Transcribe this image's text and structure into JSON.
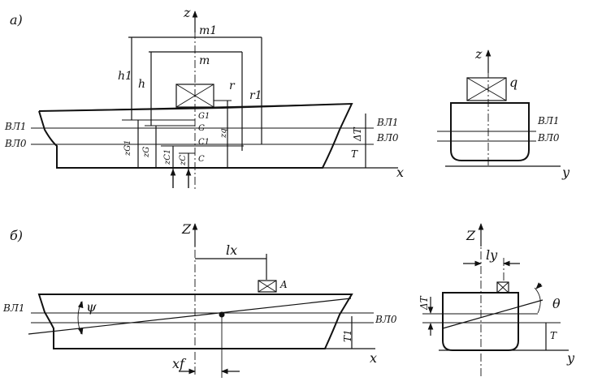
{
  "panel_a": {
    "tag": "а)",
    "axis_z": "z",
    "axis_x": "x",
    "wl1": "ВЛ1",
    "wl0": "ВЛ0",
    "m1": "m1",
    "m": "m",
    "h1": "h1",
    "h": "h",
    "r": "r",
    "r1": "r1",
    "g1": "G1",
    "g": "G",
    "c1": "C1",
    "c": "C",
    "zg1": "zG1",
    "zg": "zG",
    "zc1": "zC1",
    "zc": "zC",
    "zq": "zq",
    "dt": "ΔT",
    "t": "T"
  },
  "panel_a_side": {
    "axis_z": "z",
    "axis_y": "y",
    "q": "q",
    "wl1": "ВЛ1",
    "wl0": "ВЛ0"
  },
  "panel_b": {
    "tag": "б)",
    "axis_z": "Z",
    "axis_x": "x",
    "lx": "lx",
    "a": "A",
    "psi": "ψ",
    "wl1": "ВЛ1",
    "wl0": "ВЛ0",
    "t1": "T1",
    "xf": "xf"
  },
  "panel_b_side": {
    "axis_z": "Z",
    "axis_y": "y",
    "ly": "ly",
    "theta": "θ",
    "dt": "ΔT",
    "t": "T"
  }
}
